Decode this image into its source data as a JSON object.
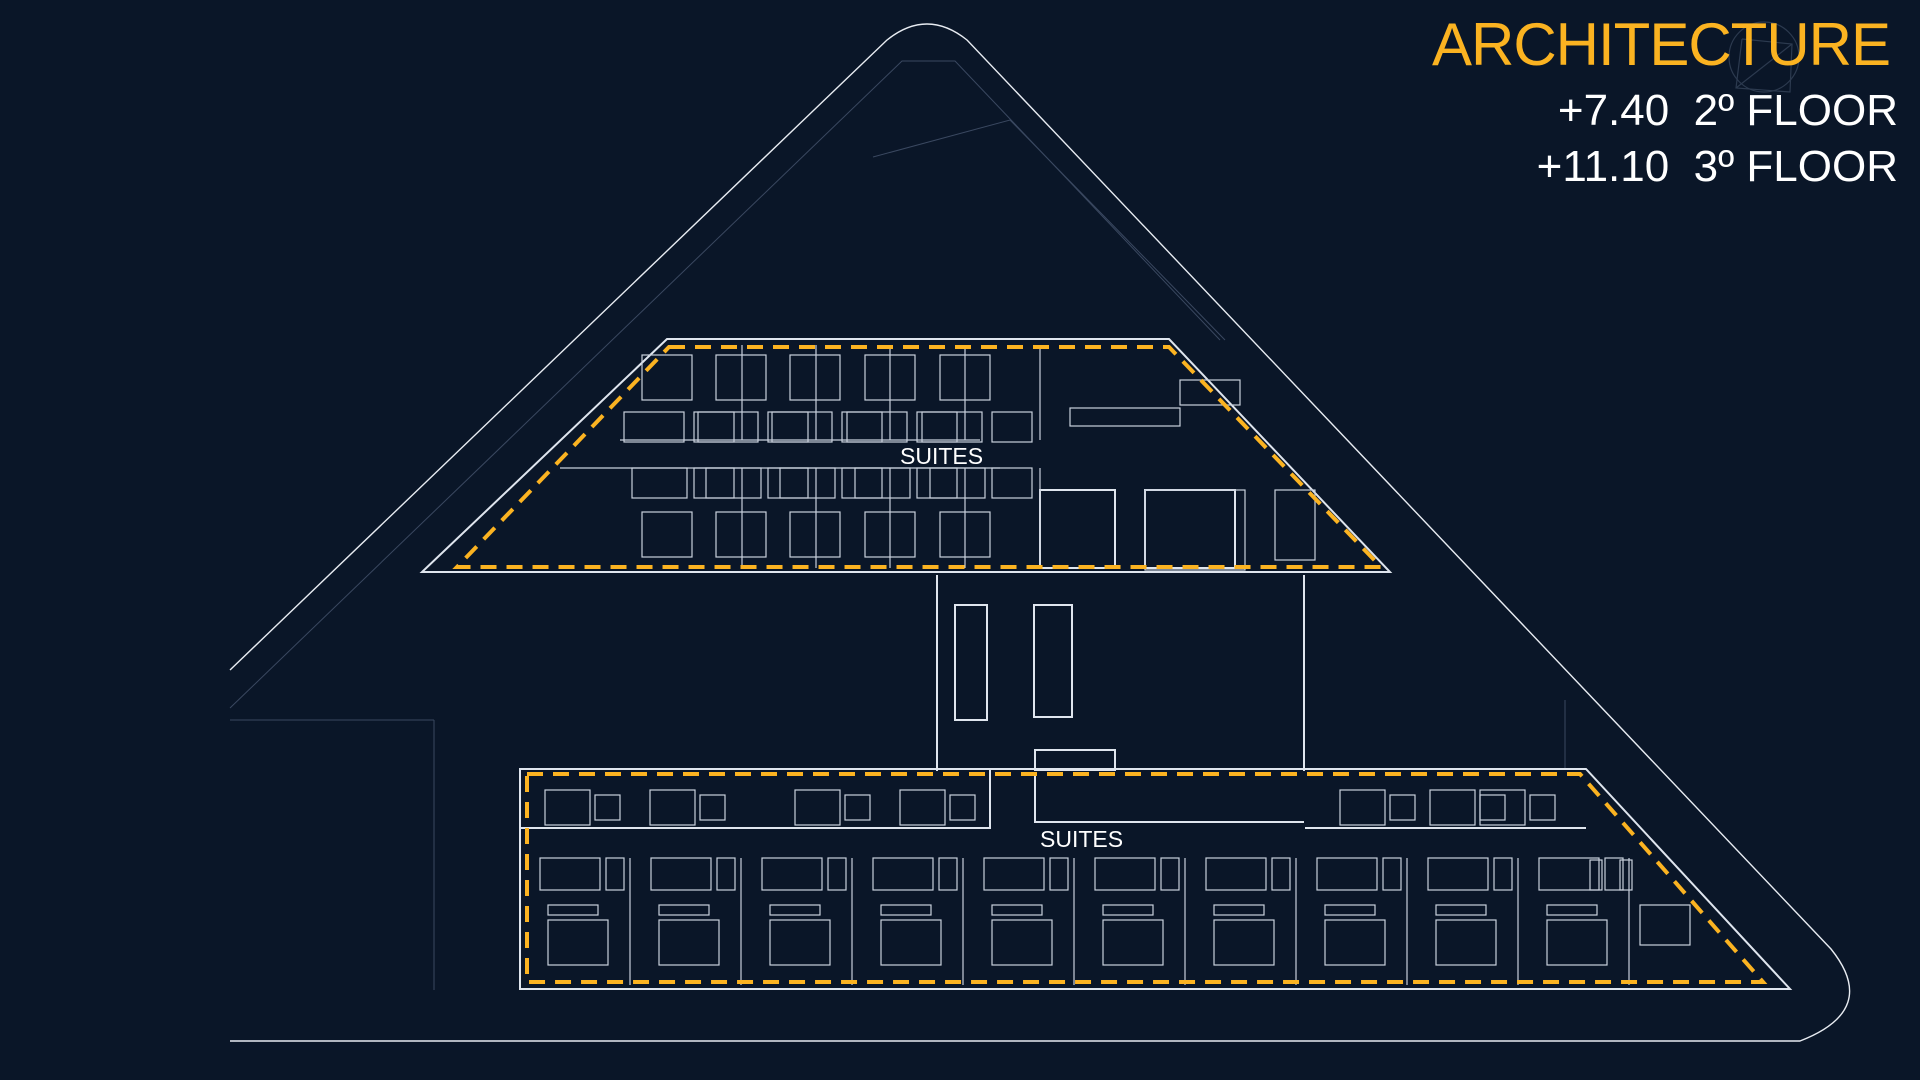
{
  "header": {
    "title": "ARCHITECTURE",
    "levels": [
      {
        "elevation": "+7.40",
        "floor": "2º FLOOR",
        "label": "+7.40  2º FLOOR"
      },
      {
        "elevation": "+11.10",
        "floor": "3º FLOOR",
        "label": "+11.10  3º FLOOR"
      }
    ]
  },
  "plan": {
    "zones": [
      {
        "label": "SUITES"
      },
      {
        "label": "SUITES"
      }
    ]
  },
  "colors": {
    "background": "#0a1628",
    "accent": "#fbb321",
    "linework": "#ffffff"
  }
}
